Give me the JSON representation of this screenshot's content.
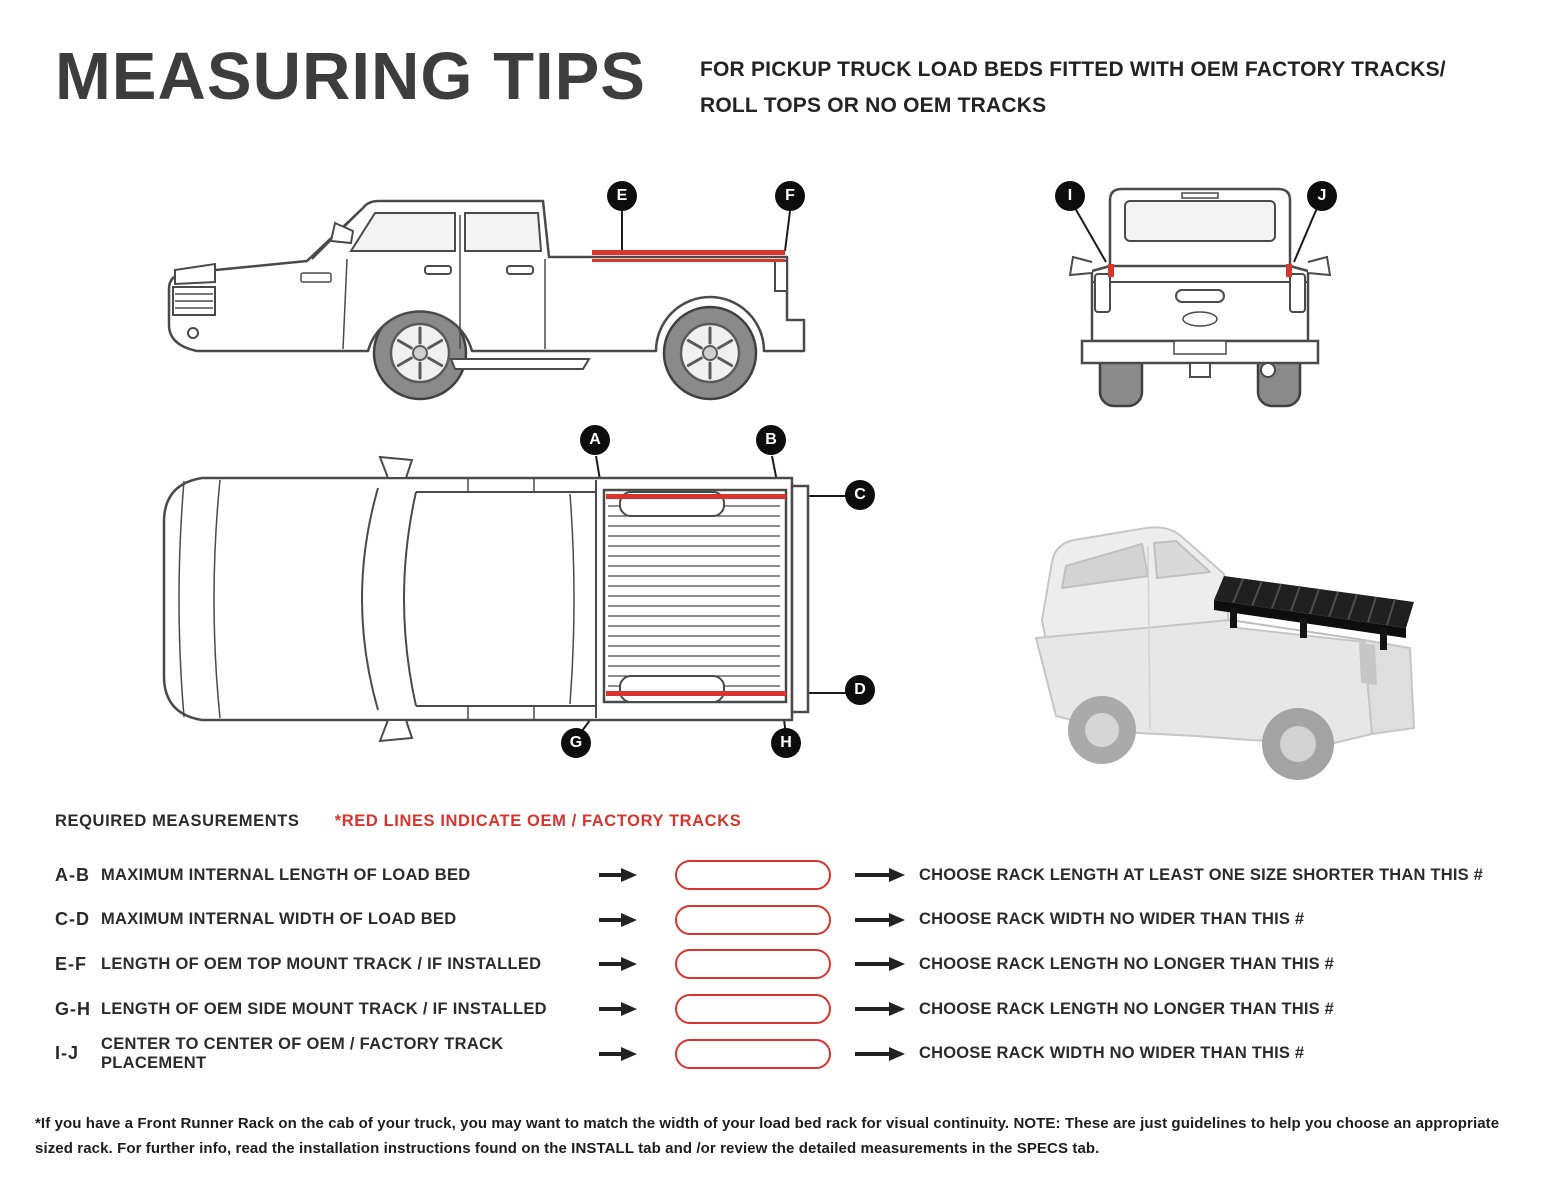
{
  "colors": {
    "accent_red": "#d9342e",
    "ink": "#2b2b2b",
    "title_ink": "#3d3d3d"
  },
  "header": {
    "title": "MEASURING TIPS",
    "subtitle_line1": "FOR PICKUP TRUCK LOAD BEDS FITTED WITH OEM FACTORY TRACKS/",
    "subtitle_line2": "ROLL TOPS OR NO OEM TRACKS"
  },
  "diagram": {
    "markers": [
      "E",
      "F",
      "I",
      "J",
      "A",
      "B",
      "C",
      "D",
      "G",
      "H"
    ]
  },
  "measurements": {
    "heading": "REQUIRED MEASUREMENTS",
    "note": "*RED LINES INDICATE OEM / FACTORY TRACKS",
    "rows": [
      {
        "code": "A-B",
        "label": "MAXIMUM  INTERNAL LENGTH OF LOAD BED",
        "instruction": "CHOOSE RACK LENGTH AT LEAST ONE SIZE SHORTER THAN THIS #"
      },
      {
        "code": "C-D",
        "label": "MAXIMUM INTERNAL WIDTH OF LOAD BED",
        "instruction": "CHOOSE RACK WIDTH NO WIDER THAN THIS #"
      },
      {
        "code": "E-F",
        "label": "LENGTH OF OEM TOP MOUNT TRACK / IF INSTALLED",
        "instruction": "CHOOSE RACK LENGTH NO LONGER THAN THIS #"
      },
      {
        "code": "G-H",
        "label": "LENGTH OF OEM SIDE MOUNT TRACK / IF INSTALLED",
        "instruction": "CHOOSE RACK LENGTH NO LONGER THAN THIS #"
      },
      {
        "code": "I-J",
        "label": "CENTER TO CENTER OF OEM / FACTORY TRACK PLACEMENT",
        "instruction": "CHOOSE RACK WIDTH NO WIDER THAN THIS #"
      }
    ]
  },
  "footnote": "*If you have a Front Runner Rack on the cab of your truck, you may want to match the width of your load bed rack for visual continuity. NOTE: These are just guidelines to help you choose an appropriate sized rack. For further info, read the installation instructions found on the INSTALL tab and /or review the detailed measurements in the SPECS tab."
}
